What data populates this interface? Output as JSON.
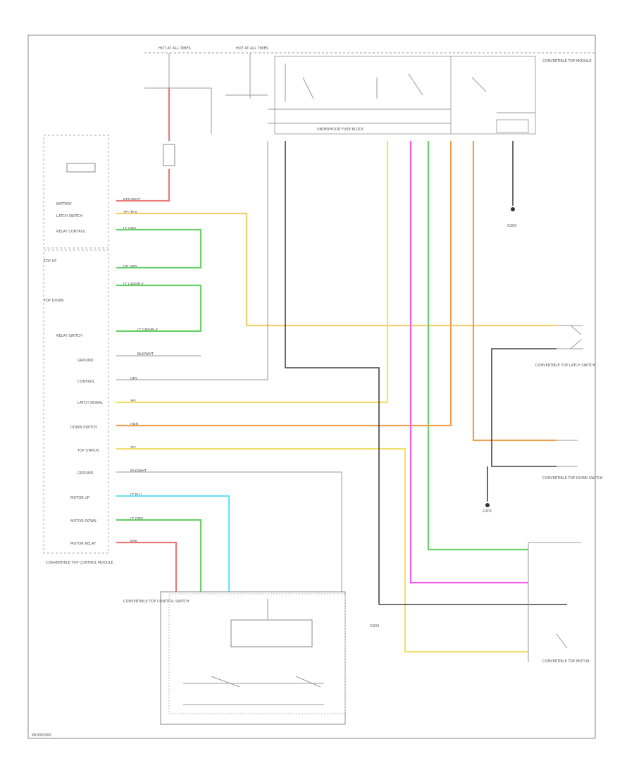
{
  "diagram": {
    "footer_code": "WD000000",
    "blocks": {
      "top_left_bus": "HOT AT ALL TIMES",
      "top_mid_bus": "HOT AT ALL TIMES",
      "top_right_module": "CONVERTIBLE TOP MODULE",
      "fuse_panel": "UNDERHOOD FUSE BLOCK",
      "left_module": "CONVERTIBLE TOP CONTROL MODULE",
      "bottom_module": "CONVERTIBLE TOP CONTROL SWITCH",
      "right_switch_top": "CONVERTIBLE TOP LATCH SWITCH",
      "right_switch_mid": "CONVERTIBLE TOP DOWN SWITCH",
      "right_motor": "CONVERTIBLE TOP MOTOR",
      "ground_1": "G300",
      "ground_2": "G301",
      "ground_3": "G302"
    },
    "left_pins": [
      {
        "name": "BATTERY",
        "wire": "RED/WHT"
      },
      {
        "name": "LATCH SWITCH",
        "wire": "YEL/BLK"
      },
      {
        "name": "RELAY CONTROL",
        "wire": "LT GRN"
      },
      {
        "name": "TOP UP",
        "wire": "DK GRN"
      },
      {
        "name": "TOP DOWN",
        "wire": "LT GRN/BLK"
      },
      {
        "name": "RELAY SWITCH",
        "wire": "LT GRN/BLK"
      },
      {
        "name": "GROUND",
        "wire": "BLK/WHT"
      },
      {
        "name": "CONTROL",
        "wire": "GRY"
      },
      {
        "name": "LATCH SIGNAL",
        "wire": "YEL"
      },
      {
        "name": "DOWN SWITCH",
        "wire": "ORN"
      },
      {
        "name": "TOP STATUS",
        "wire": "YEL"
      },
      {
        "name": "GROUND",
        "wire": "BLK/WHT"
      },
      {
        "name": "MOTOR UP",
        "wire": "LT BLU"
      },
      {
        "name": "MOTOR DOWN",
        "wire": "LT GRN"
      },
      {
        "name": "MOTOR RELAY",
        "wire": "PNK"
      }
    ],
    "colors": {
      "red": "#e87a7a",
      "orange": "#f0a050",
      "yellow": "#f0e070",
      "green": "#6ad06a",
      "pink": "#f060f0",
      "cyan": "#70e0f0",
      "black": "#444444"
    }
  }
}
